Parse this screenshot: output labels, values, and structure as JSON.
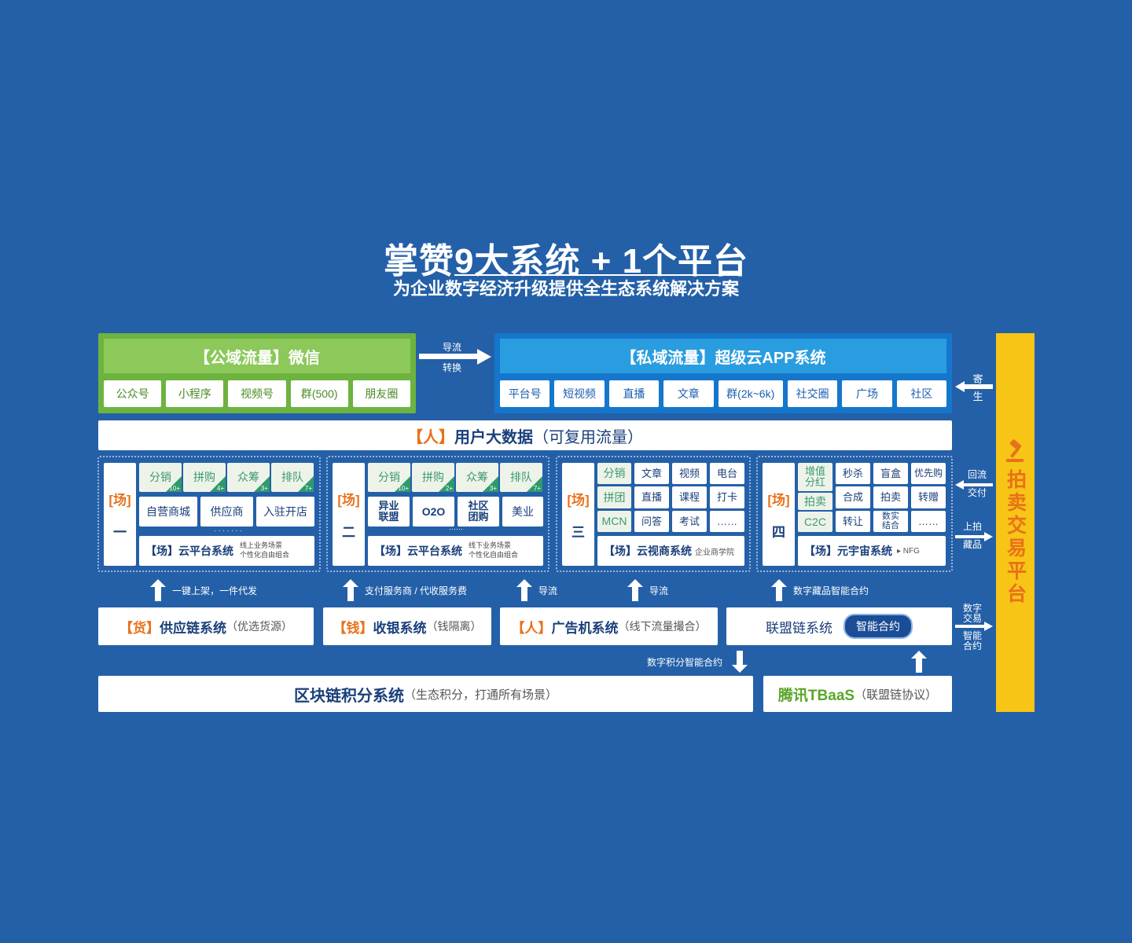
{
  "header": {
    "title": "掌赞9大系统 + 1个平台",
    "subtitle": "为企业数字经济升级提供全生态系统解决方案"
  },
  "public_traffic": {
    "title": "【公域流量】微信",
    "chips": [
      "公众号",
      "小程序",
      "视频号",
      "群(500)",
      "朋友圈"
    ]
  },
  "flow": {
    "top": "导流",
    "bottom": "转换"
  },
  "private_traffic": {
    "title": "【私域流量】超级云APP系统",
    "chips": [
      "平台号",
      "短视频",
      "直播",
      "文章",
      "群(2k~6k)",
      "社交圈",
      "广场",
      "社区"
    ]
  },
  "big_data": {
    "prefix": "【人】",
    "main": "用户大数据",
    "suffix": "（可复用流量）"
  },
  "scene1": {
    "label1": "[场]",
    "label2": "一",
    "tabs": [
      {
        "name": "分销",
        "badge": "10+"
      },
      {
        "name": "拼购",
        "badge": "4+"
      },
      {
        "name": "众筹",
        "badge": "3+"
      },
      {
        "name": "排队",
        "badge": "7+"
      }
    ],
    "items": [
      "自营商城",
      "供应商",
      "入驻开店"
    ],
    "dots": "· · · · · · ·",
    "system": "【场】云平台系统",
    "notes": [
      "线上业务场景",
      "个性化自由组合"
    ]
  },
  "scene2": {
    "label1": "[场]",
    "label2": "二",
    "tabs": [
      {
        "name": "分销",
        "badge": "10+"
      },
      {
        "name": "拼购",
        "badge": "2+"
      },
      {
        "name": "众筹",
        "badge": "3+"
      },
      {
        "name": "排队",
        "badge": "7+"
      }
    ],
    "items": [
      "异业\n联盟",
      "O2O",
      "社区\n团购",
      "美业"
    ],
    "dots": "······",
    "system": "【场】云平台系统",
    "notes": [
      "线下业务场景",
      "个性化自由组合"
    ]
  },
  "scene3": {
    "label1": "[场]",
    "label2": "三",
    "left": [
      "分销",
      "拼团",
      "MCN"
    ],
    "grid": [
      "文章",
      "视频",
      "电台",
      "直播",
      "课程",
      "打卡",
      "问答",
      "考试",
      "……"
    ],
    "system": "【场】云视商系统",
    "note": "企业商学院"
  },
  "scene4": {
    "label1": "[场]",
    "label2": "四",
    "left": [
      "增值\n分红",
      "拍卖",
      "C2C"
    ],
    "grid": [
      "秒杀",
      "盲盒",
      "优先购",
      "合成",
      "拍卖",
      "转赠",
      "转让",
      "数实\n结合",
      "……"
    ],
    "system": "【场】元宇宙系统",
    "note": "▸ NFG"
  },
  "arrows": [
    "一键上架，一件代发",
    "支付服务商 / 代收服务费",
    "导流",
    "导流",
    "数字藏品智能合约"
  ],
  "systems": {
    "goods": {
      "prefix": "【货】",
      "name": "供应链系统",
      "suffix": "（优选货源）"
    },
    "money": {
      "prefix": "【钱】",
      "name": "收银系统",
      "suffix": "（钱隔离）"
    },
    "people": {
      "prefix": "【人】",
      "name": "广告机系统",
      "suffix": "（线下流量撮合）"
    },
    "alliance": {
      "name": "联盟链系统",
      "pill": "智能合约"
    }
  },
  "down_label": "数字积分智能合约",
  "blockchain": {
    "name": "区块链积分系统",
    "suffix": "（生态积分，打通所有场景）"
  },
  "tencent": {
    "name": "腾讯TBaaS",
    "suffix": "（联盟链协议）"
  },
  "auction": {
    "title": "拍卖交易平台",
    "icon": "gavel-icon"
  },
  "side": {
    "parasite": [
      "寄",
      "生"
    ],
    "return": [
      "回流",
      "交付"
    ],
    "list": [
      "上拍",
      "藏品"
    ],
    "digital": [
      "数字",
      "交易"
    ],
    "contract": [
      "智能",
      "合约"
    ]
  },
  "colors": {
    "background": "#2460a8",
    "green": "#6db33f",
    "blue": "#1577cb",
    "orange": "#e8711b",
    "yellow": "#f7c516"
  }
}
